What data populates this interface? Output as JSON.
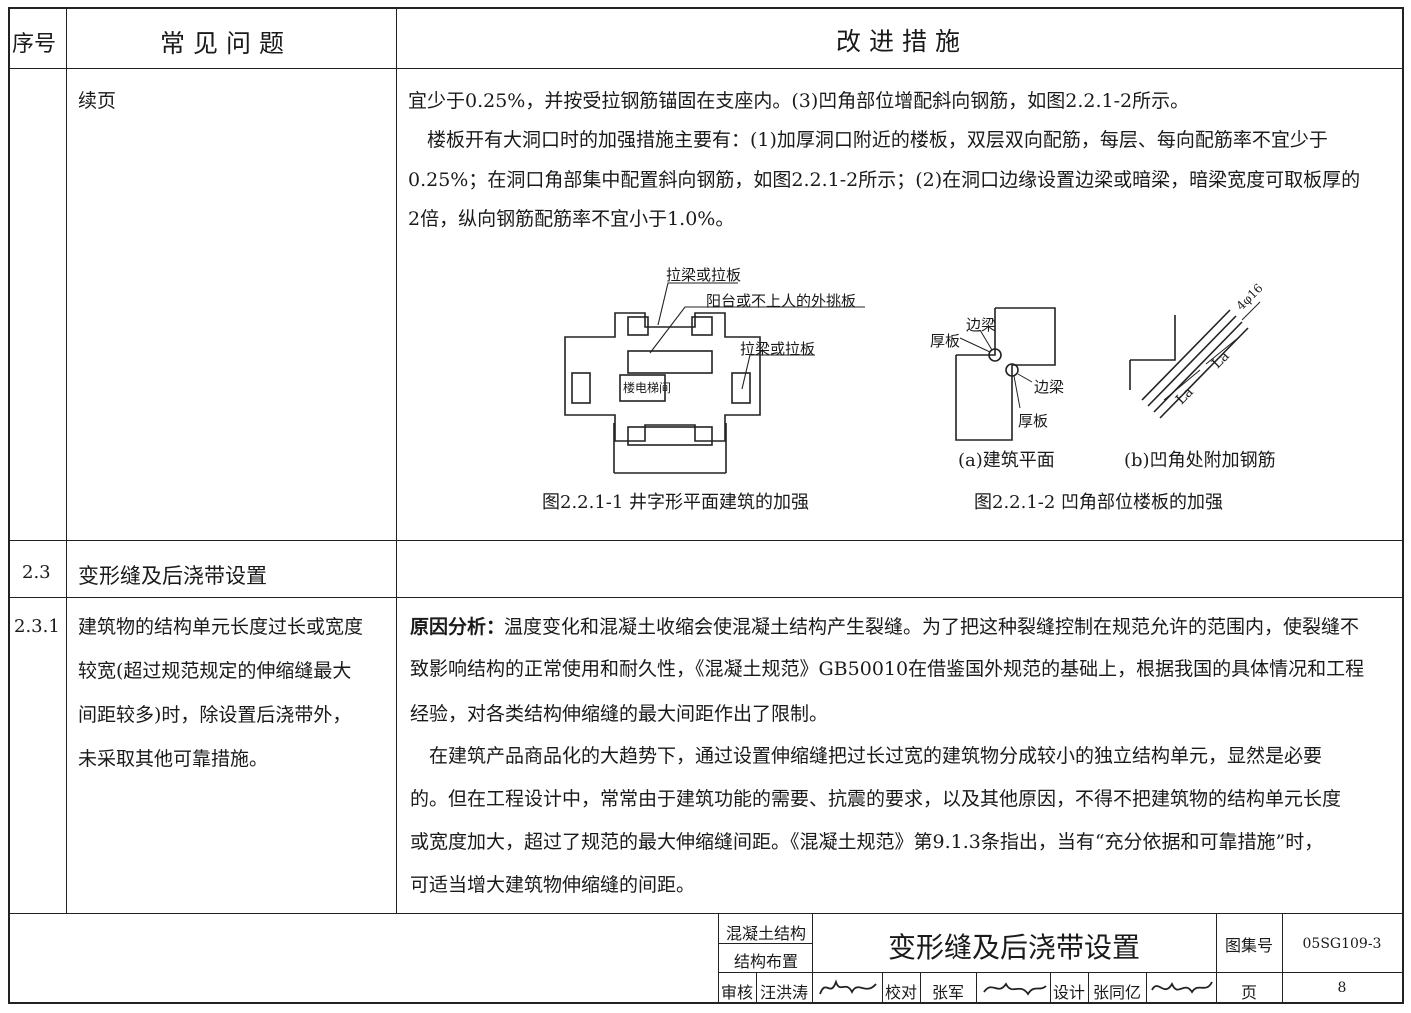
{
  "header": {
    "col_no": "序号",
    "col_problem": "常见问题",
    "col_measure": "改进措施"
  },
  "row1": {
    "problem": "续页",
    "lines": [
      "宜少于0.25%，并按受拉钢筋锚固在支座内。(3)凹角部位增配斜向钢筋，如图2.2.1-2所示。",
      "　楼板开有大洞口时的加强措施主要有：(1)加厚洞口附近的楼板，双层双向配筋，每层、每向配筋率不宜少于",
      "0.25%；在洞口角部集中配置斜向钢筋，如图2.2.1-2所示；(2)在洞口边缘设置边梁或暗梁，暗梁宽度可取板厚的",
      "2倍，纵向钢筋配筋率不宜小于1.0%。"
    ],
    "fig1": {
      "caption": "图2.2.1-1  井字形平面建筑的加强",
      "label_a": "拉梁或拉板",
      "label_b": "阳台或不上人的外挑板",
      "label_c": "拉梁或拉板",
      "label_core": "楼电梯间"
    },
    "fig2": {
      "caption": "图2.2.1-2  凹角部位楼板的加强",
      "sub_a": "(a)建筑平面",
      "sub_b": "(b)凹角处附加钢筋",
      "label_beam1": "边梁",
      "label_slab1": "厚板",
      "label_beam2": "边梁",
      "label_slab2": "厚板",
      "label_bar": "4φ16",
      "label_la1": "La",
      "label_la2": "La"
    }
  },
  "row2": {
    "no": "2.3",
    "problem": "变形缝及后浇带设置"
  },
  "row3": {
    "no": "2.3.1",
    "problem_lines": [
      "建筑物的结构单元长度过长或宽度",
      "较宽(超过规范规定的伸缩缝最大",
      "间距较多)时，除设置后浇带外，",
      "未采取其他可靠措施。"
    ],
    "lead": "原因分析：",
    "lines": [
      "温度变化和混凝土收缩会使混凝土结构产生裂缝。为了把这种裂缝控制在规范允许的范围内，使裂缝不",
      "致影响结构的正常使用和耐久性，《混凝土规范》GB50010在借鉴国外规范的基础上，根据我国的具体情况和工程",
      "经验，对各类结构伸缩缝的最大间距作出了限制。",
      "　在建筑产品商品化的大趋势下，通过设置伸缩缝把过长过宽的建筑物分成较小的独立结构单元，显然是必要",
      "的。但在工程设计中，常常由于建筑功能的需要、抗震的要求，以及其他原因，不得不把建筑物的结构单元长度",
      "或宽度加大，超过了规范的最大伸缩缝间距。《混凝土规范》第9.1.3条指出，当有“充分依据和可靠措施”时，",
      "可适当增大建筑物伸缩缝的间距。"
    ]
  },
  "title_block": {
    "category1": "混凝土结构",
    "category2": "结构布置",
    "title": "变形缝及后浇带设置",
    "atlas_label": "图集号",
    "atlas_no": "05SG109-3",
    "review_label": "审核",
    "reviewer": "汪洪涛",
    "check_label": "校对",
    "checker": "张军",
    "design_label": "设计",
    "designer": "张同亿",
    "page_label": "页",
    "page_no": "8"
  }
}
